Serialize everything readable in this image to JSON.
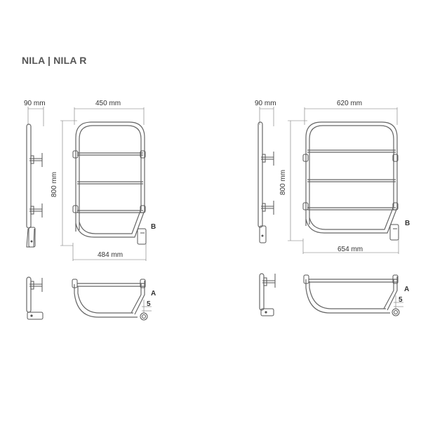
{
  "title": "NILA | NILA R",
  "left": {
    "depth": "90 mm",
    "width_top": "450 mm",
    "height": "800 mm",
    "width_bottom": "484 mm",
    "label_b": "B",
    "label_a": "A",
    "label_5": "5"
  },
  "right": {
    "depth": "90 mm",
    "width_top": "620 mm",
    "height": "800 mm",
    "width_bottom": "654 mm",
    "label_b": "B",
    "label_a": "A",
    "label_5": "5"
  }
}
